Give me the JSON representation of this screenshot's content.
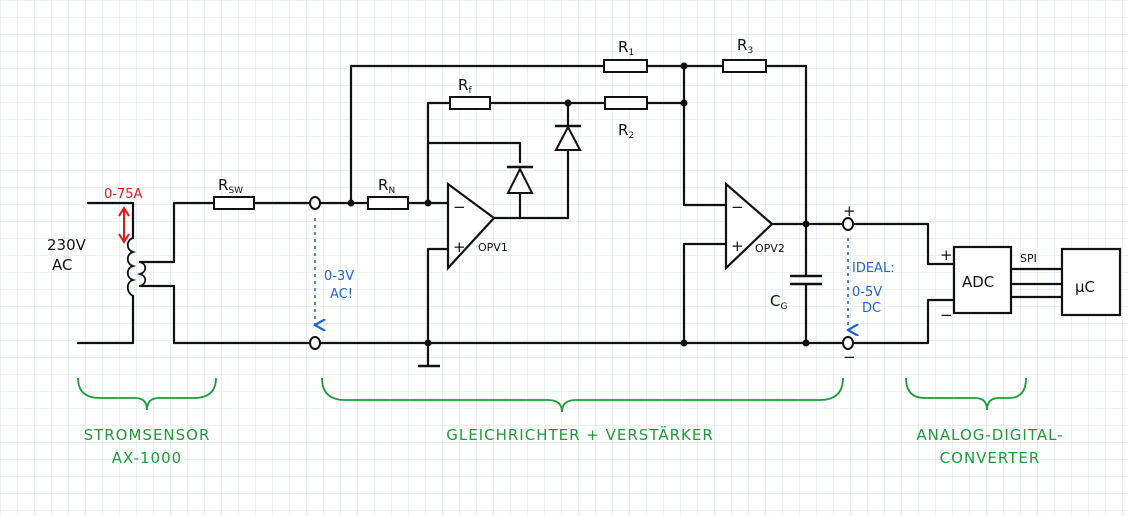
{
  "colors": {
    "ink": "#111111",
    "blue": "#1e64c8",
    "red": "#e01818",
    "green": "#1f9a3a",
    "grid": "#d7e0ee"
  },
  "labels": {
    "source_voltage": "230V",
    "source_type": "AC",
    "current_range": "0-75A",
    "r_sw": "R",
    "r_sw_sub": "SW",
    "r_n": "R",
    "r_n_sub": "N",
    "r_f": "R",
    "r_f_sub": "f",
    "r1": "R",
    "r1_sub": "1",
    "r2": "R",
    "r2_sub": "2",
    "r3": "R",
    "r3_sub": "3",
    "opv1": "OPV1",
    "opv2": "OPV2",
    "cg": "C",
    "cg_sub": "G",
    "adc": "ADC",
    "uc": "µC",
    "spi": "SPI",
    "plus": "+",
    "minus": "−",
    "vin_line1": "0-3V",
    "vin_line2": "AC!",
    "vout_line1": "IDEAL:",
    "vout_line2": "0-5V",
    "vout_line3": "DC"
  },
  "sections": [
    {
      "line1": "STROMSENSOR",
      "line2": "AX-1000"
    },
    {
      "line1": "GLEICHRICHTER + VERSTÄRKER",
      "line2": ""
    },
    {
      "line1": "ANALOG-DIGITAL-",
      "line2": "CONVERTER"
    }
  ]
}
